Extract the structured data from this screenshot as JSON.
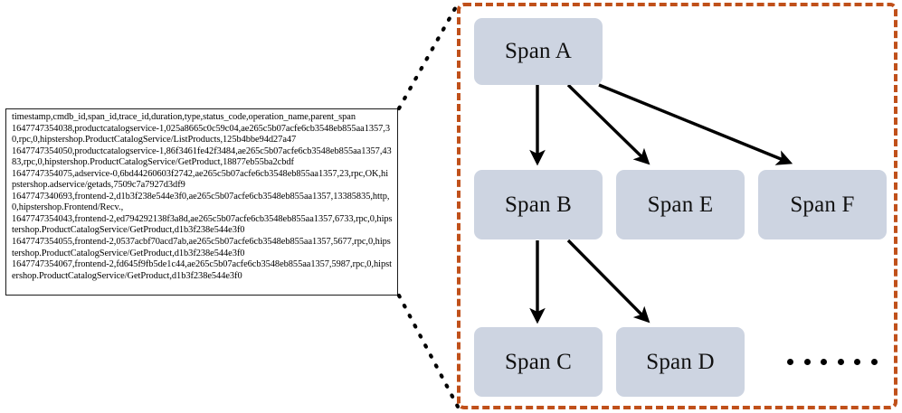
{
  "figure": {
    "type": "trace-span-diagram",
    "accent_color": "#c0501a",
    "node_fill_color": "#cdd4e1",
    "edge_color": "#000000",
    "text_color": "#000000",
    "panel_border_color": "#1a1a1a",
    "background_color": "#ffffff"
  },
  "csv_panel": {
    "name": "trace-csv-data",
    "header": "timestamp,cmdb_id,span_id,trace_id,duration,type,status_code,operation_name,parent_span",
    "rows": [
      "1647747354038,productcatalogservice-1,025a8665c0c59c04,ae265c5b07acfe6cb3548eb855aa1357,30,rpc,0,hipstershop.ProductCatalogService/ListProducts,125b4bbe94d27a47",
      "1647747354050,productcatalogservice-1,86f3461fe42f3484,ae265c5b07acfe6cb3548eb855aa1357,4383,rpc,0,hipstershop.ProductCatalogService/GetProduct,18877eb55ba2cbdf",
      "1647747354075,adservice-0,6bd44260603f2742,ae265c5b07acfe6cb3548eb855aa1357,23,rpc,OK,hipstershop.adservice/getads,7509c7a7927d3df9",
      "1647747340693,frontend-2,d1b3f238e544e3f0,ae265c5b07acfe6cb3548eb855aa1357,13385835,http,0,hipstershop.Frontend/Recv.,",
      "1647747354043,frontend-2,ed794292138f3a8d,ae265c5b07acfe6cb3548eb855aa1357,6733,rpc,0,hipstershop.ProductCatalogService/GetProduct,d1b3f238e544e3f0",
      "1647747354055,frontend-2,0537acbf70acd7ab,ae265c5b07acfe6cb3548eb855aa1357,5677,rpc,0,hipstershop.ProductCatalogService/GetProduct,d1b3f238e544e3f0",
      "1647747354067,frontend-2,fd645f9fb5de1c44,ae265c5b07acfe6cb3548eb855aa1357,5987,rpc,0,hipstershop.ProductCatalogService/GetProduct,d1b3f238e544e3f0"
    ],
    "full_text": "timestamp,cmdb_id,span_id,trace_id,duration,type,status_code,operation_name,parent_span\n1647747354038,productcatalogservice-1,025a8665c0c59c04,ae265c5b07acfe6cb3548eb855aa1357,30,rpc,0,hipstershop.ProductCatalogService/ListProducts,125b4bbe94d27a47\n1647747354050,productcatalogservice-1,86f3461fe42f3484,ae265c5b07acfe6cb3548eb855aa1357,4383,rpc,0,hipstershop.ProductCatalogService/GetProduct,18877eb55ba2cbdf\n1647747354075,adservice-0,6bd44260603f2742,ae265c5b07acfe6cb3548eb855aa1357,23,rpc,OK,hipstershop.adservice/getads,7509c7a7927d3df9\n1647747340693,frontend-2,d1b3f238e544e3f0,ae265c5b07acfe6cb3548eb855aa1357,13385835,http,0,hipstershop.Frontend/Recv.,\n1647747354043,frontend-2,ed794292138f3a8d,ae265c5b07acfe6cb3548eb855aa1357,6733,rpc,0,hipstershop.ProductCatalogService/GetProduct,d1b3f238e544e3f0\n1647747354055,frontend-2,0537acbf70acd7ab,ae265c5b07acfe6cb3548eb855aa1357,5677,rpc,0,hipstershop.ProductCatalogService/GetProduct,d1b3f238e544e3f0\n1647747354067,frontend-2,fd645f9fb5de1c44,ae265c5b07acfe6cb3548eb855aa1357,5987,rpc,0,hipstershop.ProductCatalogService/GetProduct,d1b3f238e544e3f0"
  },
  "span_graph": {
    "nodes": [
      {
        "id": "a",
        "label": "Span A"
      },
      {
        "id": "b",
        "label": "Span B"
      },
      {
        "id": "e",
        "label": "Span E"
      },
      {
        "id": "f",
        "label": "Span F"
      },
      {
        "id": "c",
        "label": "Span C"
      },
      {
        "id": "d",
        "label": "Span D"
      }
    ],
    "edges": [
      {
        "from": "a",
        "to": "b"
      },
      {
        "from": "a",
        "to": "e"
      },
      {
        "from": "a",
        "to": "f"
      },
      {
        "from": "b",
        "to": "c"
      },
      {
        "from": "b",
        "to": "d"
      }
    ],
    "ellipsis": {
      "label": "......",
      "dot_count": 6
    }
  }
}
